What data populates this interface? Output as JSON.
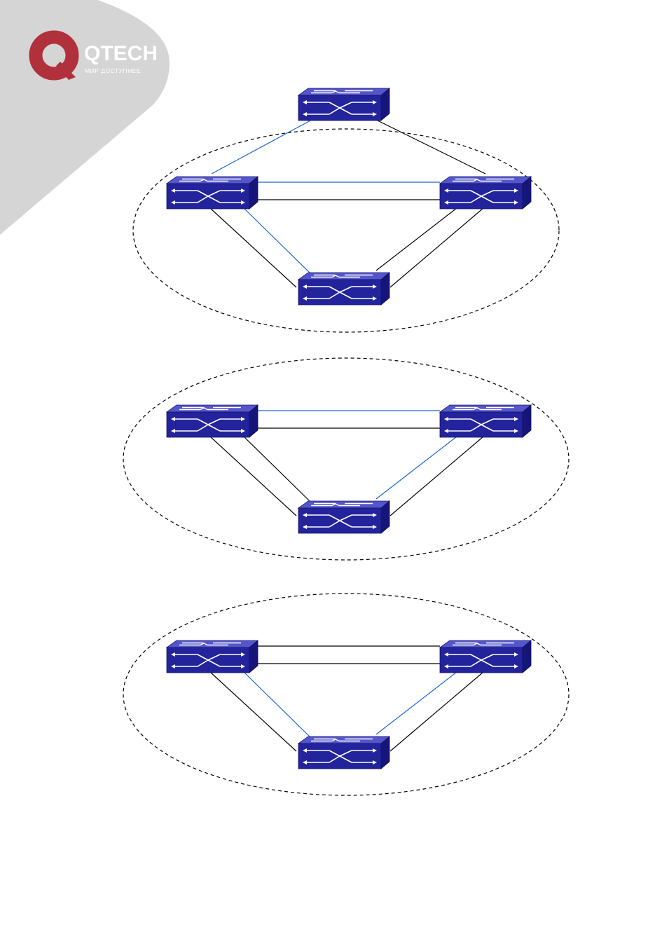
{
  "brand": {
    "name": "QTECH",
    "tagline": "МИР ДОСТУПНЕЕ",
    "logo_icon": "qtech-logo-icon",
    "accent_color": "#b0313b",
    "panel_color": "#d5d5d5"
  },
  "diagram": {
    "switch_icon": "network-switch-icon",
    "switch_color": "#22229a",
    "active_link_color": "#1a66d0",
    "inactive_link_color": "#000000",
    "group_boundary_style": "dashed-ellipse",
    "groups": [
      {
        "switches": [
          "root-switch",
          "left-switch",
          "right-switch",
          "bottom-switch"
        ],
        "links": [
          {
            "from": "root-switch",
            "to": "left-switch",
            "state": "active"
          },
          {
            "from": "root-switch",
            "to": "right-switch",
            "state": "inactive"
          },
          {
            "from": "left-switch",
            "to": "right-switch",
            "state": "active"
          },
          {
            "from": "left-switch",
            "to": "right-switch",
            "state": "inactive"
          },
          {
            "from": "left-switch",
            "to": "bottom-switch",
            "state": "inactive"
          },
          {
            "from": "left-switch",
            "to": "bottom-switch",
            "state": "active"
          },
          {
            "from": "right-switch",
            "to": "bottom-switch",
            "state": "inactive"
          },
          {
            "from": "right-switch",
            "to": "bottom-switch",
            "state": "inactive"
          }
        ]
      },
      {
        "switches": [
          "left-switch",
          "right-switch",
          "bottom-switch"
        ],
        "links": [
          {
            "from": "left-switch",
            "to": "right-switch",
            "state": "active"
          },
          {
            "from": "left-switch",
            "to": "right-switch",
            "state": "inactive"
          },
          {
            "from": "left-switch",
            "to": "bottom-switch",
            "state": "inactive"
          },
          {
            "from": "left-switch",
            "to": "bottom-switch",
            "state": "inactive"
          },
          {
            "from": "right-switch",
            "to": "bottom-switch",
            "state": "active"
          },
          {
            "from": "right-switch",
            "to": "bottom-switch",
            "state": "inactive"
          }
        ]
      },
      {
        "switches": [
          "left-switch",
          "right-switch",
          "bottom-switch"
        ],
        "links": [
          {
            "from": "left-switch",
            "to": "right-switch",
            "state": "inactive"
          },
          {
            "from": "left-switch",
            "to": "right-switch",
            "state": "inactive"
          },
          {
            "from": "left-switch",
            "to": "bottom-switch",
            "state": "inactive"
          },
          {
            "from": "left-switch",
            "to": "bottom-switch",
            "state": "active"
          },
          {
            "from": "right-switch",
            "to": "bottom-switch",
            "state": "active"
          },
          {
            "from": "right-switch",
            "to": "bottom-switch",
            "state": "inactive"
          }
        ]
      }
    ]
  }
}
